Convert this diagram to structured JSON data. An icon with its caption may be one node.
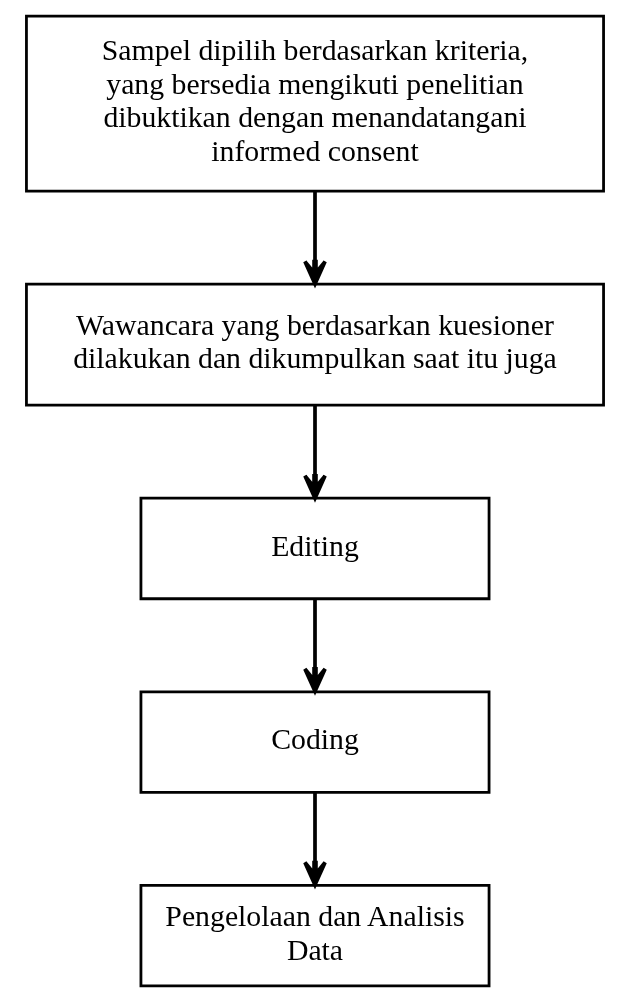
{
  "diagram": {
    "nodes": [
      {
        "text": [
          "Sampel dipilih berdasarkan kriteria, yang bersedia mengikuti penelitian dibuktikan dengan menandatangani informed consent"
        ]
      },
      {
        "text": [
          "Wawancara yang berdasarkan kuesioner dilakukan dan dikumpulkan saat itu juga"
        ]
      },
      {
        "text": [
          "Editing"
        ]
      },
      {
        "text": [
          "Coding"
        ]
      },
      {
        "text": [
          "Pengelolaan dan Analisis Data"
        ]
      }
    ],
    "edges": [
      {
        "from": 0,
        "to": 1,
        "arrow": "to"
      },
      {
        "from": 1,
        "to": 2,
        "arrow": "to"
      },
      {
        "from": 2,
        "to": 3,
        "arrow": "to"
      },
      {
        "from": 3,
        "to": 4,
        "arrow": "to"
      }
    ]
  }
}
